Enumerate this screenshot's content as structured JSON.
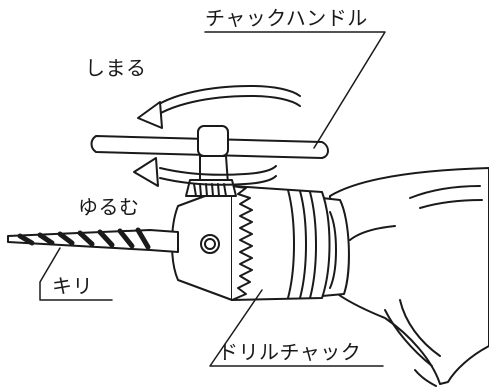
{
  "labels": {
    "chuck_handle": "チャックハンドル",
    "tighten": "しまる",
    "loosen": "ゆるむ",
    "bit": "キリ",
    "drill_chuck": "ドリルチャック"
  },
  "colors": {
    "line": "#1a1a1a",
    "fill": "#ffffff"
  }
}
